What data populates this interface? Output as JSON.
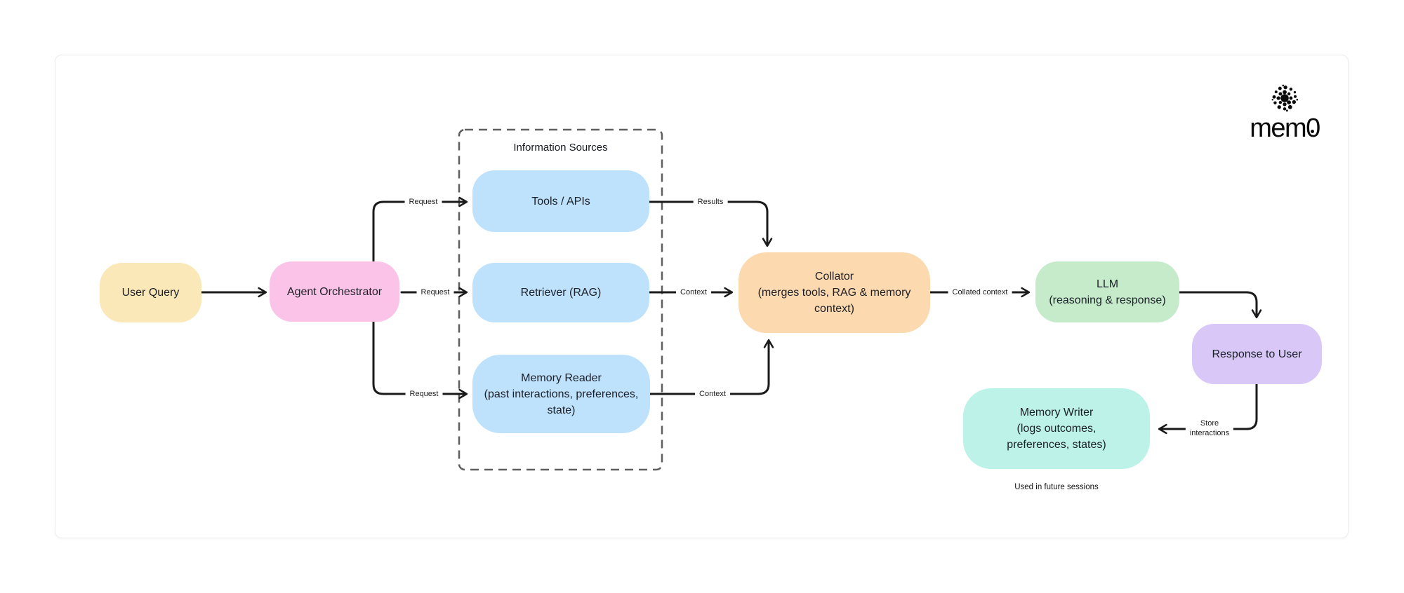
{
  "brand": {
    "name": "mem0"
  },
  "diagram": {
    "group": {
      "title": "Information Sources"
    },
    "nodes": {
      "user_query": {
        "label": "User Query",
        "color": "#fbe8b8"
      },
      "agent_orchestrator": {
        "label": "Agent Orchestrator",
        "color": "#fcc3e9"
      },
      "tools_apis": {
        "label": "Tools / APIs",
        "color": "#bfe2fc"
      },
      "retriever": {
        "label": "Retriever (RAG)",
        "color": "#bfe2fc"
      },
      "memory_reader": {
        "line1": "Memory Reader",
        "line2": "(past interactions, preferences,",
        "line3": "state)",
        "color": "#bfe2fc"
      },
      "collator": {
        "line1": "Collator",
        "line2": "(merges tools, RAG & memory",
        "line3": "context)",
        "color": "#fcd9ae"
      },
      "llm": {
        "line1": "LLM",
        "line2": "(reasoning & response)",
        "color": "#c5ebcb"
      },
      "response_to_user": {
        "label": "Response to User",
        "color": "#d9c8f7"
      },
      "memory_writer": {
        "line1": "Memory Writer",
        "line2": "(logs outcomes,",
        "line3": "preferences, states)",
        "color": "#bdf2e9"
      }
    },
    "edge_labels": {
      "request_top": "Request",
      "request_mid": "Request",
      "request_bottom": "Request",
      "results": "Results",
      "context_retriever": "Context",
      "context_memory": "Context",
      "collated_context": "Collated context",
      "store_line1": "Store",
      "store_line2": "interactions"
    },
    "note": "Used in future sessions",
    "line_color": "#1a1a1a",
    "dashed_border_color": "#5f5f5f"
  }
}
